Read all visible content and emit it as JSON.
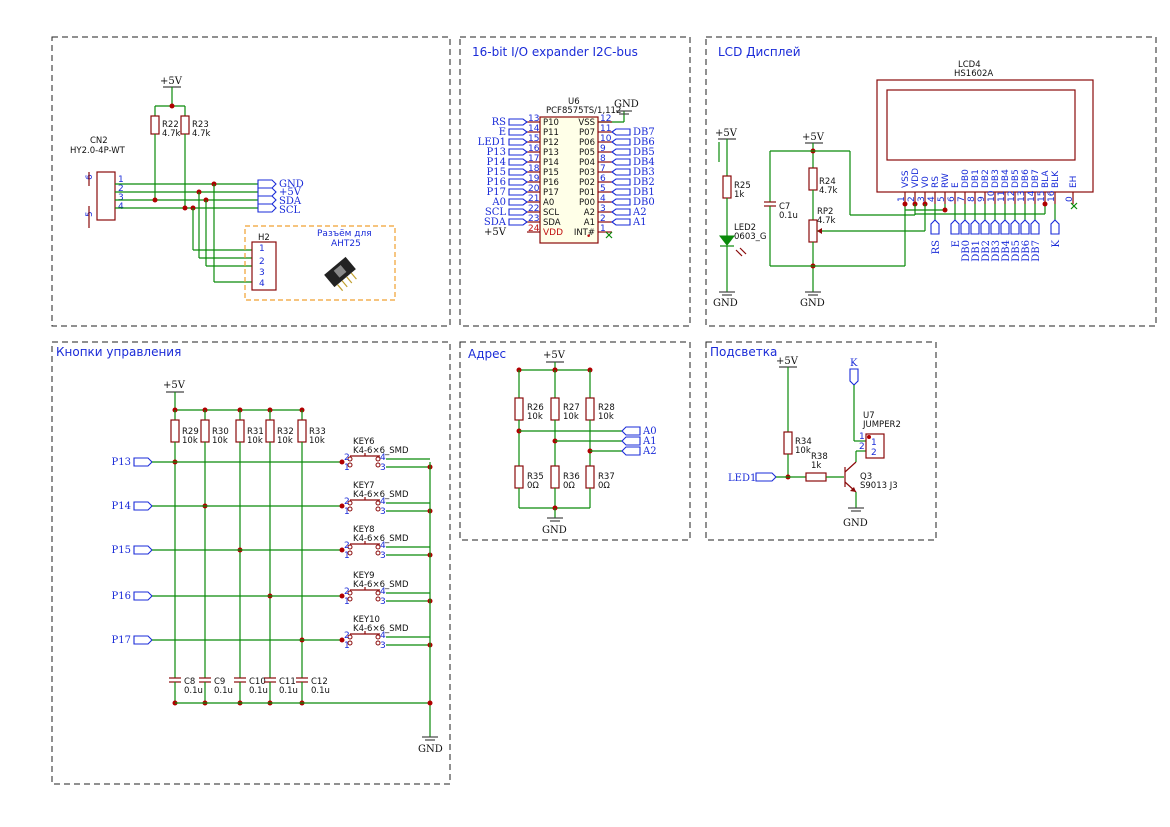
{
  "titles": {
    "io": "16-bit I/O expander I2C-bus",
    "lcd": "LCD Дисплей",
    "buttons": "Кнопки управления",
    "addr": "Адрес",
    "backlight": "Подсветка"
  },
  "power": {
    "vcc": "+5V",
    "gnd": "GND"
  },
  "conn": {
    "ref": "CN2",
    "value": "HY2.0-4P-WT",
    "pins": [
      "1",
      "2",
      "3",
      "4"
    ],
    "mount": [
      "6",
      "5"
    ],
    "nets": [
      "GND",
      "+5V",
      "SDA",
      "SCL"
    ],
    "r_a": "R22",
    "r_a_val": "4.7k",
    "r_b": "R23",
    "r_b_val": "4.7k",
    "h_ref": "H2",
    "h_pins": [
      "1",
      "2",
      "3",
      "4"
    ],
    "h_note1": "Разъём для",
    "h_note2": "AHT25"
  },
  "expander": {
    "ref": "U6",
    "value": "PCF8575TS/1,112",
    "left_nets": [
      "RS",
      "E",
      "LED1",
      "P13",
      "P14",
      "P15",
      "P16",
      "P17",
      "A0",
      "SCL",
      "SDA",
      "+5V"
    ],
    "left_nums": [
      "13",
      "14",
      "15",
      "16",
      "17",
      "18",
      "19",
      "20",
      "21",
      "22",
      "23",
      "24"
    ],
    "left_pins": [
      "P10",
      "P11",
      "P12",
      "P13",
      "P14",
      "P15",
      "P16",
      "P17",
      "A0",
      "SCL",
      "SDA",
      "VDD"
    ],
    "right_pins": [
      "VSS",
      "P07",
      "P06",
      "P05",
      "P04",
      "P03",
      "P02",
      "P01",
      "P00",
      "A2",
      "A1",
      "INT#"
    ],
    "right_nums": [
      "12",
      "11",
      "10",
      "9",
      "8",
      "7",
      "6",
      "5",
      "4",
      "3",
      "2",
      "1"
    ],
    "right_nets": [
      "",
      "DB7",
      "DB6",
      "DB5",
      "DB4",
      "DB3",
      "DB2",
      "DB1",
      "DB0",
      "A2",
      "A1",
      ""
    ]
  },
  "lcd": {
    "ref": "LCD4",
    "value": "HS1602A",
    "pins": [
      "VSS",
      "VDD",
      "V0",
      "RS",
      "RW",
      "E",
      "DB0",
      "DB1",
      "DB2",
      "DB3",
      "DB4",
      "DB5",
      "DB6",
      "DB7",
      "BLA",
      "BLK",
      "EH"
    ],
    "nums": [
      "1",
      "2",
      "3",
      "4",
      "5",
      "6",
      "7",
      "8",
      "9",
      "10",
      "11",
      "12",
      "13",
      "14",
      "15",
      "16",
      "0"
    ],
    "port_labels": [
      "RS",
      "E",
      "DB0",
      "DB1",
      "DB2",
      "DB3",
      "DB4",
      "DB5",
      "DB6",
      "DB7",
      "K"
    ],
    "r25": "R25",
    "r25_val": "1k",
    "led": "LED2",
    "led_val": "0603_G",
    "c7": "C7",
    "c7_val": "0.1u",
    "r24": "R24",
    "r24_val": "4.7k",
    "rp2": "RP2",
    "rp2_val": "4.7k"
  },
  "buttons": {
    "rows": [
      {
        "net": "P13",
        "key": "KEY6",
        "val": "K4-6×6_SMD"
      },
      {
        "net": "P14",
        "key": "KEY7",
        "val": "K4-6×6_SMD"
      },
      {
        "net": "P15",
        "key": "KEY8",
        "val": "K4-6×6_SMD"
      },
      {
        "net": "P16",
        "key": "KEY9",
        "val": "K4-6×6_SMD"
      },
      {
        "net": "P17",
        "key": "KEY10",
        "val": "K4-6×6_SMD"
      }
    ],
    "resistors": [
      {
        "ref": "R29",
        "val": "10k"
      },
      {
        "ref": "R30",
        "val": "10k"
      },
      {
        "ref": "R31",
        "val": "10k"
      },
      {
        "ref": "R32",
        "val": "10k"
      },
      {
        "ref": "R33",
        "val": "10k"
      }
    ],
    "caps": [
      {
        "ref": "C8",
        "val": "0.1u"
      },
      {
        "ref": "C9",
        "val": "0.1u"
      },
      {
        "ref": "C10",
        "val": "0.1u"
      },
      {
        "ref": "C11",
        "val": "0.1u"
      },
      {
        "ref": "C12",
        "val": "0.1u"
      }
    ],
    "key_pins": [
      "1",
      "2",
      "3",
      "4"
    ]
  },
  "addr": {
    "top": [
      {
        "ref": "R26",
        "val": "10k"
      },
      {
        "ref": "R27",
        "val": "10k"
      },
      {
        "ref": "R28",
        "val": "10k"
      }
    ],
    "bottom": [
      {
        "ref": "R35",
        "val": "0Ω"
      },
      {
        "ref": "R36",
        "val": "0Ω"
      },
      {
        "ref": "R37",
        "val": "0Ω"
      }
    ],
    "nets": [
      "A0",
      "A1",
      "A2"
    ]
  },
  "backlight": {
    "k": "K",
    "u7": "U7",
    "u7_val": "JUMPER2",
    "u7_pins": [
      "1",
      "2"
    ],
    "r34": "R34",
    "r34_val": "10k",
    "r38": "R38",
    "r38_val": "1k",
    "q3": "Q3",
    "q3_val": "S9013 J3",
    "led1": "LED1"
  }
}
